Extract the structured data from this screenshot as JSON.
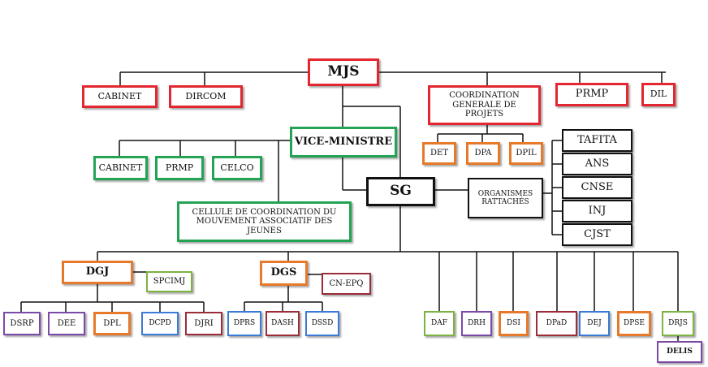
{
  "nodes": {
    "mjs": "MJS",
    "cabinet_top": "CABINET",
    "dircom": "DIRCOM",
    "coord_projets": "COORDINATION GENERALE DE PROJETS",
    "prmp_top": "PRMP",
    "dil": "DIL",
    "det": "DET",
    "dpa": "DPA",
    "dpil": "DPIL",
    "vice_ministre": "VICE-MINISTRE",
    "cabinet_vm": "CABINET",
    "prmp_vm": "PRMP",
    "celco": "CELCO",
    "cellule": "CELLULE DE COORDINATION DU MOUVEMENT ASSOCIATIF DES JEUNES",
    "sg": "SG",
    "organismes": "ORGANISMES RATTACHÉS",
    "tafita": "TAFITA",
    "ans": "ANS",
    "cnse": "CNSE",
    "inj": "INJ",
    "cjst": "CJST",
    "dgj": "DGJ",
    "spcimj": "SPCIMJ",
    "dgs": "DGS",
    "cn_epq": "CN-EPQ",
    "dsrp": "DSRP",
    "dee": "DEE",
    "dpl": "DPL",
    "dcpd": "DCPD",
    "djri": "DJRI",
    "dprs": "DPRS",
    "dash": "DASH",
    "dssd": "DSSD",
    "daf": "DAF",
    "drh": "DRH",
    "dsi": "DSI",
    "dpad": "DPaD",
    "dej": "DEJ",
    "dpse": "DPSE",
    "drjs": "DRJS",
    "delis": "DELIS"
  },
  "colors": {
    "red": "#e3262f",
    "green": "#23a455",
    "orange": "#e77a2a",
    "purple": "#7b4aa8",
    "blue": "#3a7bd5",
    "maroon": "#9b2d3a",
    "light_green": "#7cb342",
    "black": "#111111"
  }
}
